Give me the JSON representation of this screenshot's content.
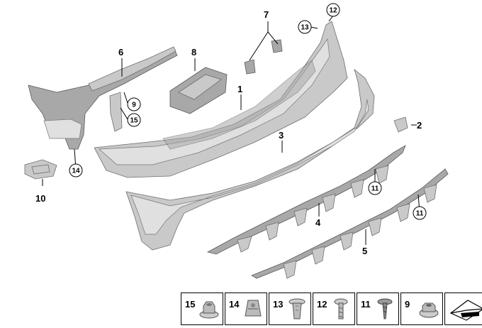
{
  "callouts": {
    "c1": "1",
    "c2": "2",
    "c3": "3",
    "c4": "4",
    "c5": "5",
    "c6": "6",
    "c7": "7",
    "c8": "8",
    "c9": "9",
    "c10": "10",
    "c11a": "11",
    "c11b": "11",
    "c12": "12",
    "c13": "13",
    "c14": "14",
    "c15": "15"
  },
  "legend": [
    {
      "label": "15",
      "icon": "flange-nut-icon"
    },
    {
      "label": "14",
      "icon": "clip-nut-icon"
    },
    {
      "label": "13",
      "icon": "expanding-rivet-icon"
    },
    {
      "label": "12",
      "icon": "torx-screw-icon"
    },
    {
      "label": "11",
      "icon": "self-tapping-screw-icon"
    },
    {
      "label": "9",
      "icon": "hex-nut-icon"
    },
    {
      "label": "",
      "icon": "wedge-symbol-icon"
    }
  ],
  "colors": {
    "part_fill": "#c9c9c9",
    "part_outline": "#6e6e6e",
    "line": "#000000"
  }
}
